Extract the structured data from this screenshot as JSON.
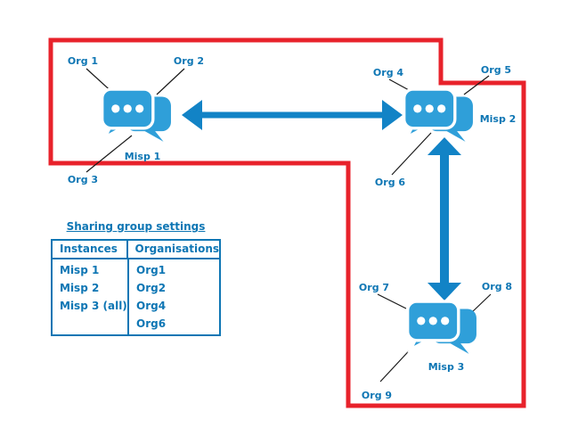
{
  "diagram": {
    "labels": {
      "org1": "Org 1",
      "org2": "Org 2",
      "org3": "Org 3",
      "org4": "Org 4",
      "org5": "Org 5",
      "org6": "Org 6",
      "org7": "Org 7",
      "org8": "Org 8",
      "org9": "Org 9",
      "misp1": "Misp 1",
      "misp2": "Misp 2",
      "misp3": "Misp 3"
    },
    "colors": {
      "boundary_red": "#e8222b",
      "icon_blue": "#2f9fd9",
      "arrow_blue": "#1283c6",
      "text_blue": "#0e76b4"
    }
  },
  "table": {
    "title": "Sharing group settings",
    "columns": [
      "Instances",
      "Organisations"
    ],
    "instances": [
      "Misp 1",
      "Misp 2",
      "Misp 3 (all)"
    ],
    "organisations": [
      "Org1",
      "Org2",
      "Org4",
      "Org6"
    ]
  }
}
